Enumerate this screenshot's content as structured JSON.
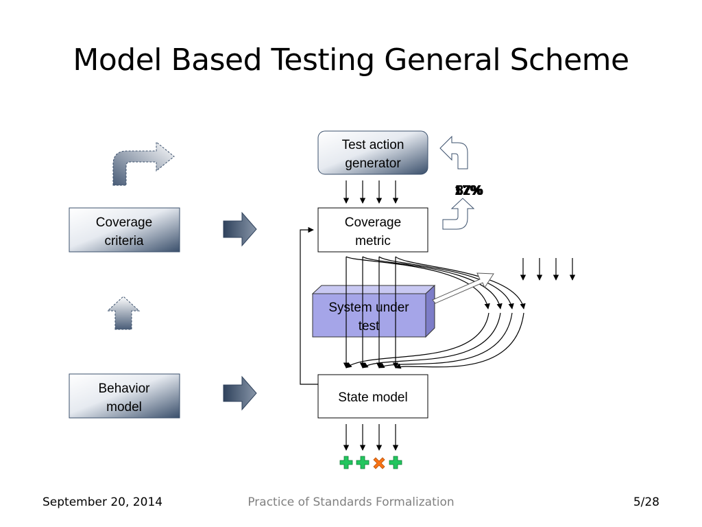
{
  "slide": {
    "title": "Model Based Testing General Scheme"
  },
  "diagram": {
    "coverage_criteria": [
      "Coverage",
      "criteria"
    ],
    "behavior_model": [
      "Behavior",
      "model"
    ],
    "test_action_generator": [
      "Test action",
      "generator"
    ],
    "coverage_metric": [
      "Coverage",
      "metric"
    ],
    "system_under_test": [
      "System under",
      "test"
    ],
    "state_model": "State model",
    "coverage_percent_values": [
      "87%",
      "52%",
      "17%"
    ],
    "results": [
      "pass",
      "pass",
      "fail",
      "pass"
    ],
    "colors": {
      "dark_gradient": "#3a4f6b",
      "light_gradient": "#ffffff",
      "system_under_test_fill": "#a5a5e8",
      "pass": "#22c55e",
      "fail": "#f97316"
    }
  },
  "footer": {
    "date": "September 20, 2014",
    "center": "Practice of Standards Formalization",
    "page": "5/28"
  }
}
